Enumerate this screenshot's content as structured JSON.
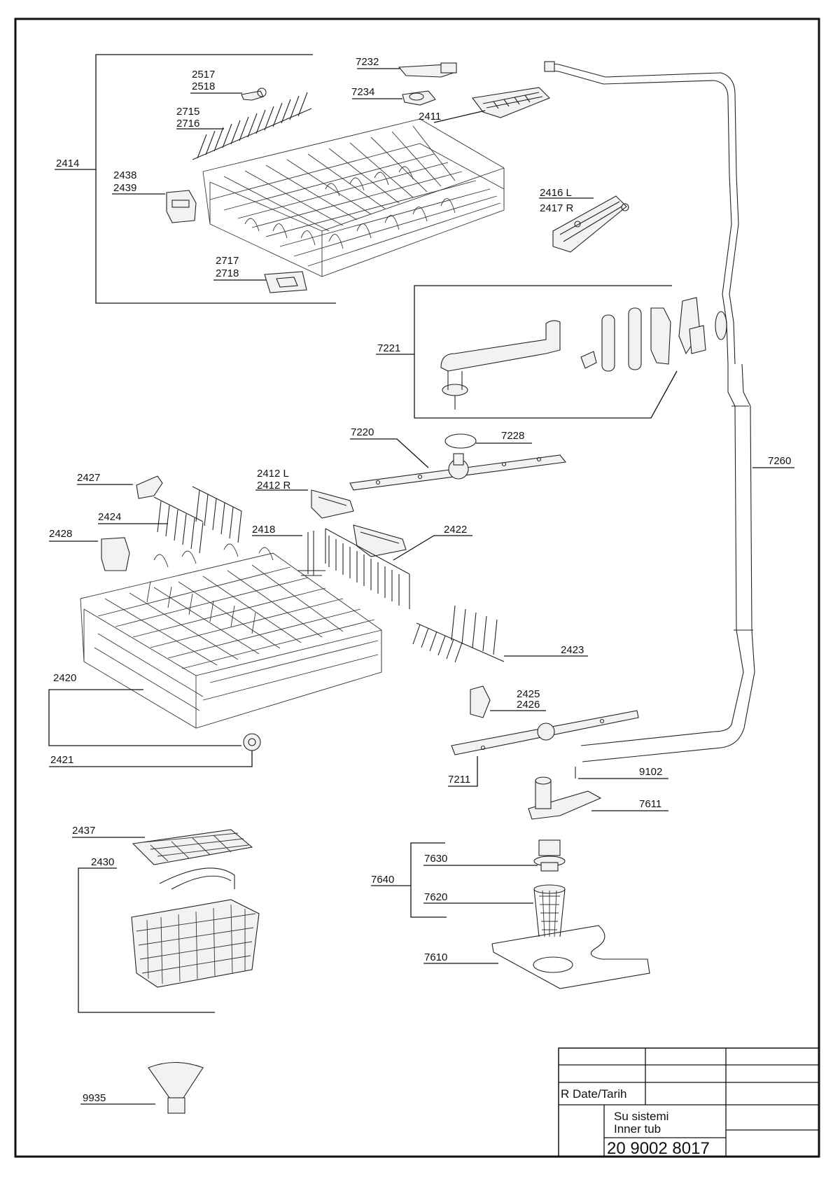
{
  "labels": {
    "p2414": "2414",
    "p2517": "2517",
    "p2518": "2518",
    "p2715": "2715",
    "p2716": "2716",
    "p2438": "2438",
    "p2439": "2439",
    "p2717": "2717",
    "p2718": "2718",
    "p7232": "7232",
    "p7234": "7234",
    "p2411": "2411",
    "p2416": "2416 L",
    "p2417": "2417 R",
    "p7221": "7221",
    "p7220": "7220",
    "p7228": "7228",
    "p7260": "7260",
    "p2427": "2427",
    "p2412l": "2412 L",
    "p2412r": "2412 R",
    "p2424": "2424",
    "p2418": "2418",
    "p2428": "2428",
    "p2422": "2422",
    "p2423": "2423",
    "p2420": "2420",
    "p2425": "2425",
    "p2426": "2426",
    "p2421": "2421",
    "p7211": "7211",
    "p9102": "9102",
    "p7611": "7611",
    "p2437": "2437",
    "p2430": "2430",
    "p7630": "7630",
    "p7640": "7640",
    "p7620": "7620",
    "p7610": "7610",
    "p9935": "9935"
  },
  "title_block": {
    "r_date": "R  Date/Tarih",
    "title_tr": "Su sistemi",
    "title_en": "Inner tub",
    "drawing_no": "20 9002 8017"
  }
}
